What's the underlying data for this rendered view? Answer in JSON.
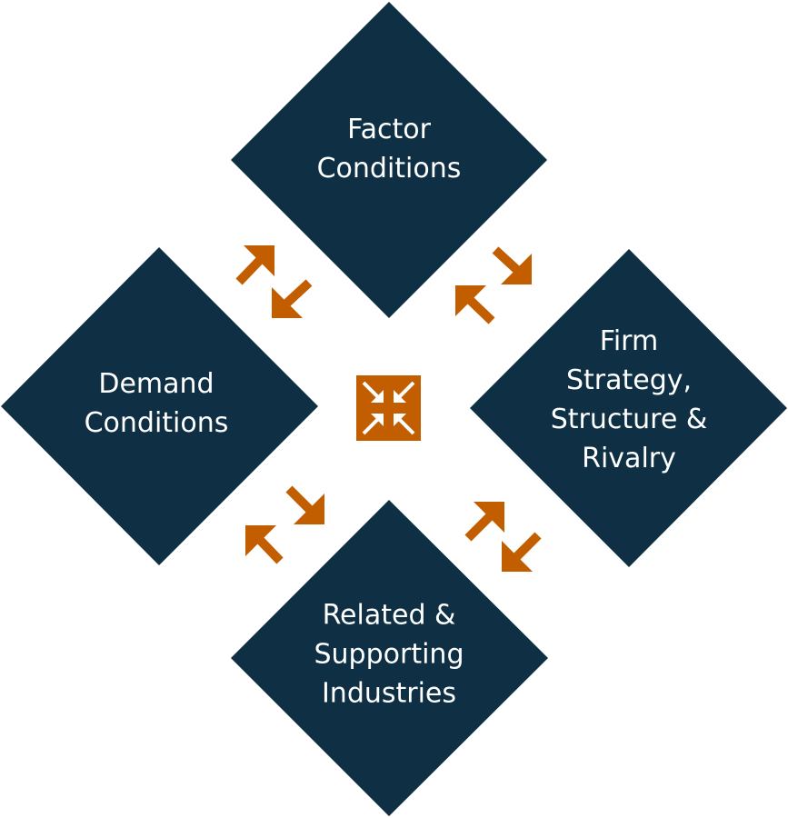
{
  "colors": {
    "diamond": "#0e2f44",
    "arrow": "#c25e00",
    "text": "#ffffff"
  },
  "nodes": {
    "top": "Factor\nConditions",
    "left": "Demand\nConditions",
    "right": "Firm\nStrategy,\nStructure &\nRivalry",
    "bottom": "Related &\nSupporting\nIndustries"
  },
  "center_icon": "collapse-inward-icon",
  "connector_icon": "bidirectional-arrows-icon"
}
